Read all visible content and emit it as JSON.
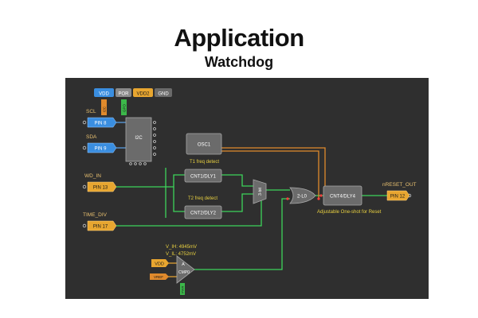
{
  "header": {
    "title": "Application",
    "subtitle": "Watchdog"
  },
  "diagram": {
    "power_buttons": [
      "VDD",
      "POR",
      "VDD2",
      "GND"
    ],
    "pins": {
      "scl": {
        "label": "SCL",
        "pin": "PIN 8"
      },
      "sda": {
        "label": "SDA",
        "pin": "PIN 9"
      },
      "wd_in": {
        "label": "WD_IN",
        "pin": "PIN 13"
      },
      "time_div": {
        "label": "TIME_DIV",
        "pin": "PIN 17"
      },
      "nreset_out": {
        "label": "nRESET_OUT",
        "pin": "PIN 12"
      }
    },
    "blocks": {
      "i2c": "I2C",
      "osc": "OSC1",
      "cnt1": "CNT1/DLY1",
      "cnt2": "CNT2/DLY2",
      "cnt4": "CNT4/DLY4",
      "mux": "3-bit",
      "or_gate": "2-L0",
      "acmp": "CMP0",
      "acmp_a": "A",
      "acmp_vdd": "VDD",
      "acmp_vref": "VREF",
      "small_tag_1": "I2C",
      "small_tag_2": "GPO",
      "small_tag_3": "PWR"
    },
    "annotations": {
      "t1": "T1 freq detect",
      "t2": "T2 freq detect",
      "oneshot": "Adjustable One-shot for Reset",
      "vih": "V_IH: 4945mV",
      "vil": "V_IL: 4752mV"
    }
  }
}
